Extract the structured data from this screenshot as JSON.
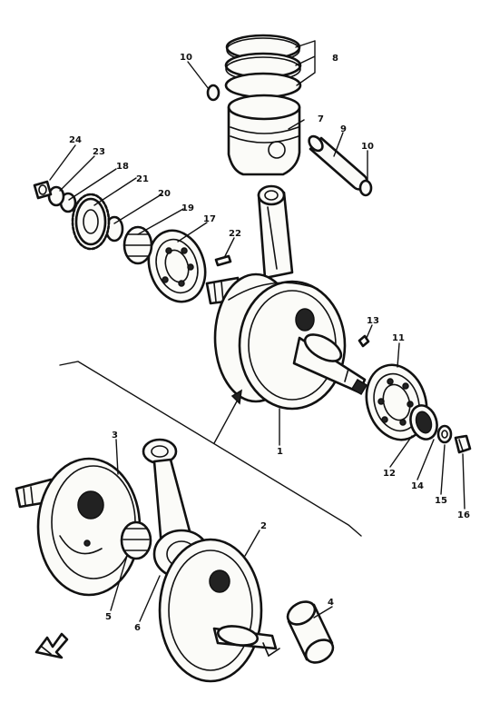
{
  "diagram": {
    "callouts": {
      "n1": "1",
      "n2": "2",
      "n3": "3",
      "n4": "4",
      "n5": "5",
      "n6": "6",
      "n7": "7",
      "n8": "8",
      "n9": "9",
      "n10a": "10",
      "n10b": "10",
      "n11": "11",
      "n12": "12",
      "n13": "13",
      "n14": "14",
      "n15": "15",
      "n16": "16",
      "n17": "17",
      "n18": "18",
      "n19": "19",
      "n20": "20",
      "n21": "21",
      "n22": "22",
      "n23": "23",
      "n24": "24"
    },
    "colors": {
      "ink": "#111111",
      "paper": "#ffffff"
    },
    "front_icon": "front-arrow-icon"
  }
}
